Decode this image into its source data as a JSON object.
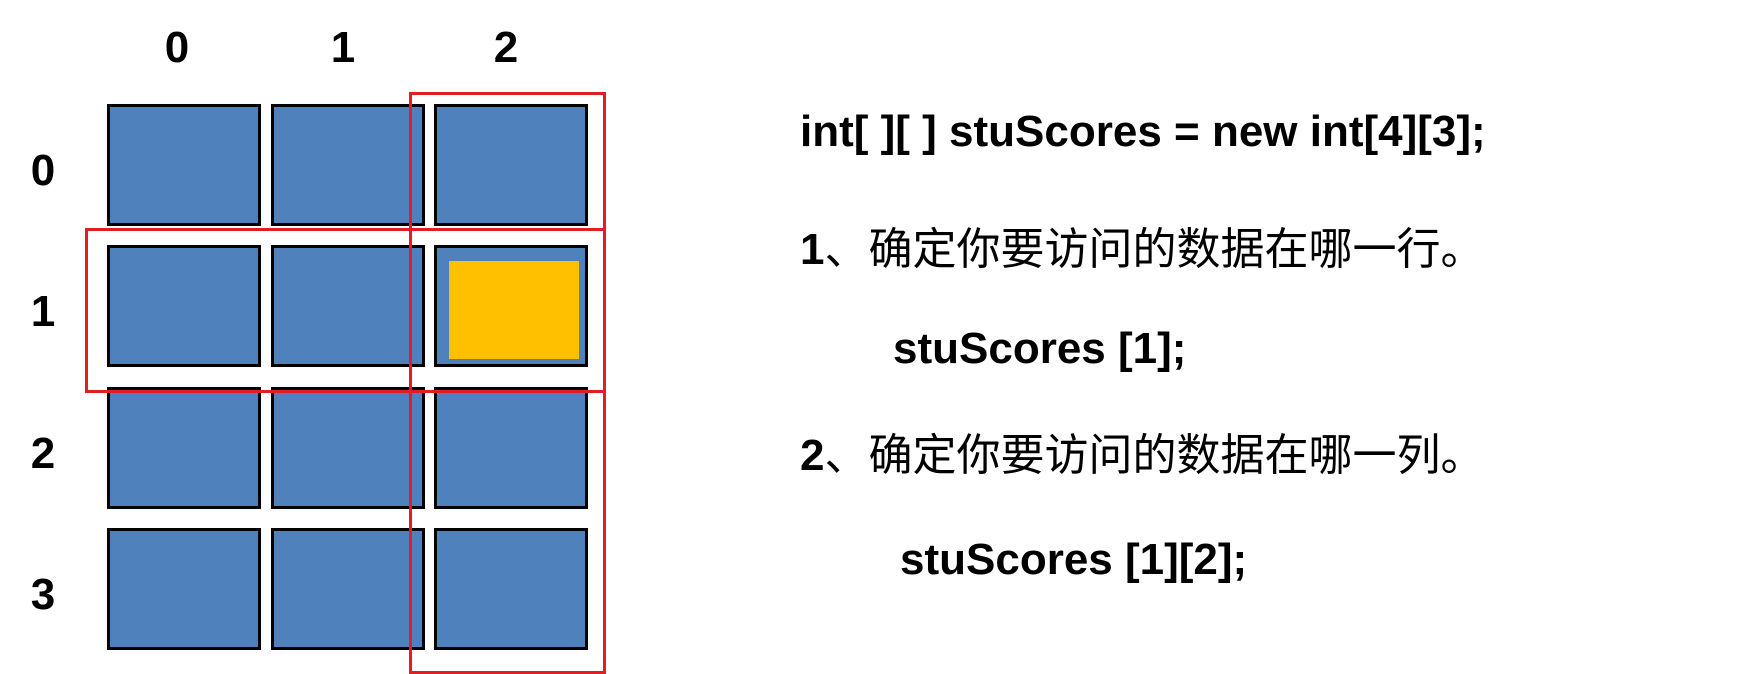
{
  "grid": {
    "column_labels": [
      "0",
      "1",
      "2"
    ],
    "row_labels": [
      "0",
      "1",
      "2",
      "3"
    ],
    "cell_color": "#4F81BD",
    "border_color": "#000000",
    "highlight_color": "#FFC000",
    "outline_color": "#E51C23",
    "highlight_cell": {
      "row": 1,
      "column": 2
    },
    "highlighted_row": 1,
    "highlighted_column": 2
  },
  "text": {
    "declaration": "int[ ][ ] stuScores = new int[4][3];",
    "step1_num": "1",
    "step1_text": "、确定你要访问的数据在哪一行。",
    "step1_code": "stuScores [1];",
    "step2_num": "2",
    "step2_text": "、确定你要访问的数据在哪一列。",
    "step2_code": "stuScores [1][2];"
  }
}
